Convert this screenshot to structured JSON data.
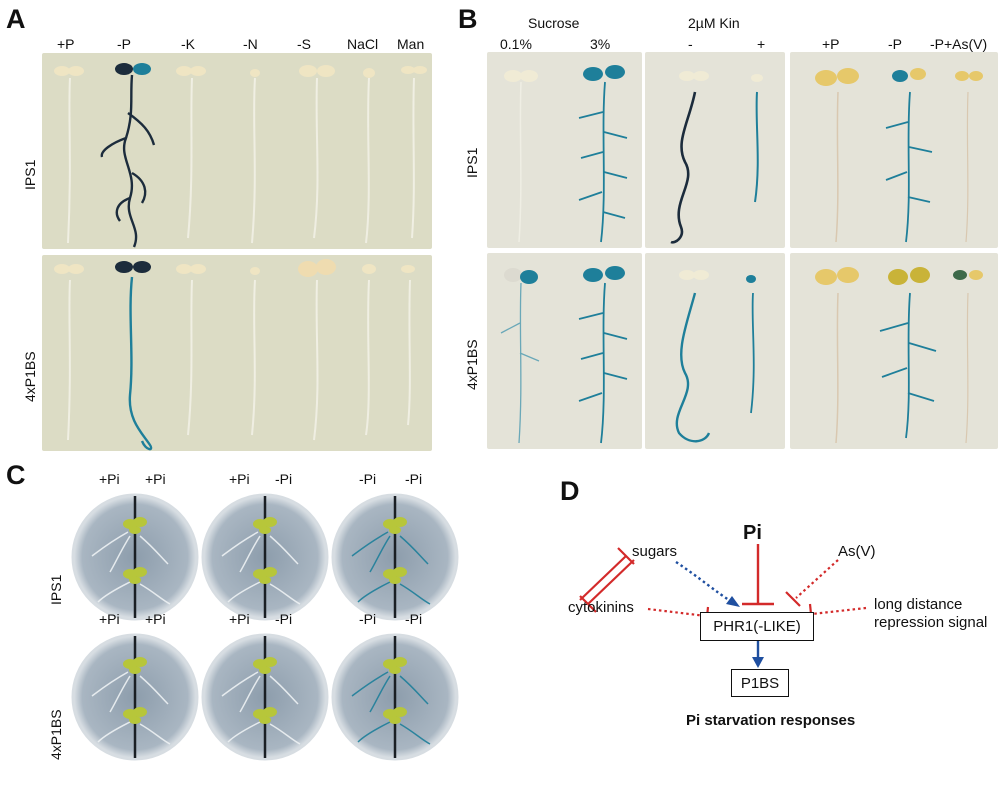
{
  "panels": {
    "A": {
      "letter": "A",
      "columns": [
        "+P",
        "-P",
        "-K",
        "-N",
        "-S",
        "NaCl",
        "Man"
      ],
      "rows": [
        "IPS1",
        "4xP1BS"
      ]
    },
    "B": {
      "letter": "B",
      "group1_header": "Sucrose",
      "group1_cols": [
        "0.1%",
        "3%"
      ],
      "group2_header": "2µM Kin",
      "group2_cols": [
        "-",
        "+"
      ],
      "group3_cols": [
        "+P",
        "-P",
        "-P+As(V)"
      ],
      "rows": [
        "IPS1",
        "4xP1BS"
      ]
    },
    "C": {
      "letter": "C",
      "plates_top": [
        [
          "+Pi",
          "+Pi"
        ],
        [
          "+Pi",
          "-Pi"
        ],
        [
          "-Pi",
          "-Pi"
        ]
      ],
      "plates_bottom": [
        [
          "+Pi",
          "+Pi"
        ],
        [
          "+Pi",
          "-Pi"
        ],
        [
          "-Pi",
          "-Pi"
        ]
      ],
      "rows": [
        "IPS1",
        "4xP1BS"
      ]
    },
    "D": {
      "letter": "D",
      "pi": "Pi",
      "sugars": "sugars",
      "asv": "As(V)",
      "cytokinins": "cytokinins",
      "long_distance_1": "long distance",
      "long_distance_2": "repression signal",
      "phr1": "PHR1(-LIKE)",
      "p1bs": "P1BS",
      "caption": "Pi starvation responses"
    }
  },
  "colors": {
    "stain_blue": "#1e7f9a",
    "dark_root": "#1c2c3c",
    "inhibit_red": "#d32a2a",
    "activate_blue": "#1f4fa0",
    "plate_bg": "#a9b6c2",
    "leaf_green": "#b7c63a"
  }
}
